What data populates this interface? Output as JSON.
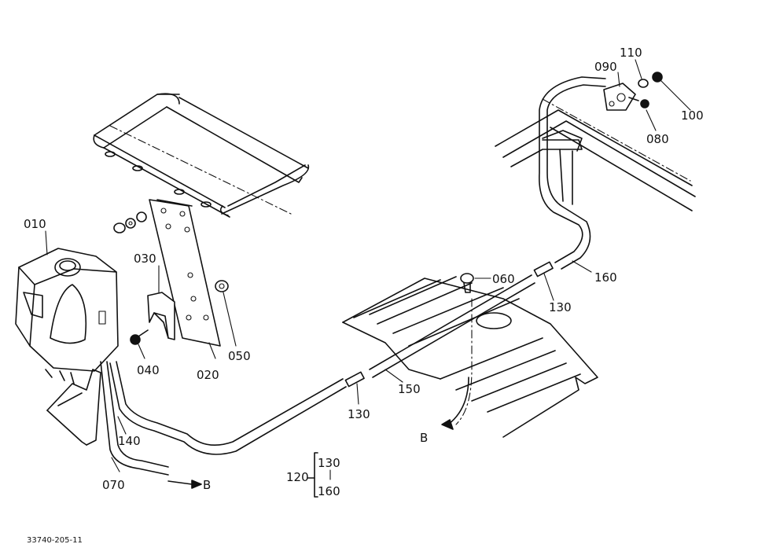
{
  "diagram": {
    "part_labels": {
      "p010": "010",
      "p020": "020",
      "p030": "030",
      "p040": "040",
      "p050": "050",
      "p060": "060",
      "p070": "070",
      "p080": "080",
      "p090": "090",
      "p100": "100",
      "p110": "110",
      "p120": "120",
      "p130a": "130",
      "p130b": "130",
      "p130c": "130",
      "p140": "140",
      "p150": "150",
      "p160a": "160",
      "p160b": "160"
    },
    "ref_b_left": "B",
    "ref_b_right": "B",
    "drawing_number": "33740-205-11"
  }
}
